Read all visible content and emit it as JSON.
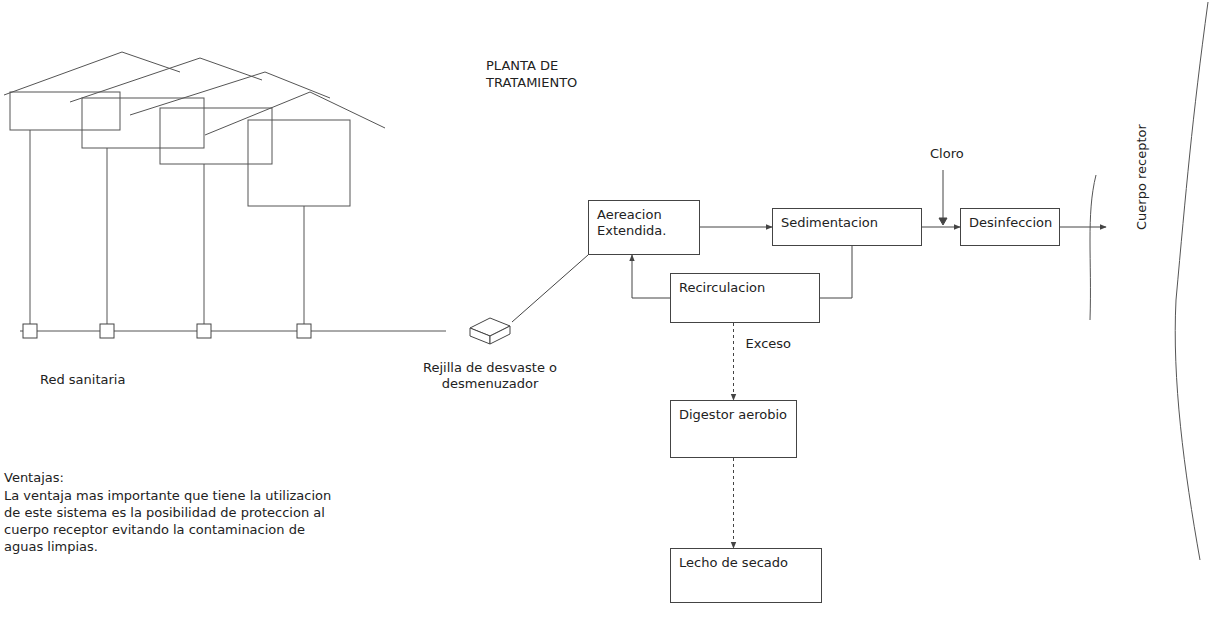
{
  "diagram": {
    "title": "PLANTA DE TRATAMIENTO",
    "nodes": [
      {
        "text": [
          "Rejilla de desvaste o desmenuzador"
        ]
      },
      {
        "text": [
          "Aereacion Extendida."
        ]
      },
      {
        "text": [
          "Sedimentacion"
        ]
      },
      {
        "text": [
          "Desinfeccion"
        ]
      },
      {
        "text": [
          "Cuerpo receptor"
        ]
      },
      {
        "text": [
          "Recirculacion"
        ]
      },
      {
        "text": [
          "Digestor aerobio"
        ]
      },
      {
        "text": [
          "Lecho de secado"
        ]
      }
    ],
    "edges": [
      {
        "from": 0,
        "to": 1,
        "arrow": "none"
      },
      {
        "from": 1,
        "to": 2,
        "arrow": "to"
      },
      {
        "from": 2,
        "to": 3,
        "arrow": "to"
      },
      {
        "from": 3,
        "to": 4,
        "arrow": "to"
      },
      {
        "from": 2,
        "to": 5,
        "arrow": "none"
      },
      {
        "from": 5,
        "to": 1,
        "arrow": "to"
      },
      {
        "from": 5,
        "to": 6,
        "label": "Exceso",
        "arrow": "to"
      },
      {
        "from": 6,
        "to": 7,
        "arrow": "to"
      }
    ],
    "labels": [
      "Cloro",
      "Red sanitaria",
      "Ventajas:",
      "La ventaja mas importante que tiene la utilizacion de este sistema es la posibilidad de proteccion al cuerpo receptor evitando la contaminacion de aguas limpias."
    ]
  }
}
